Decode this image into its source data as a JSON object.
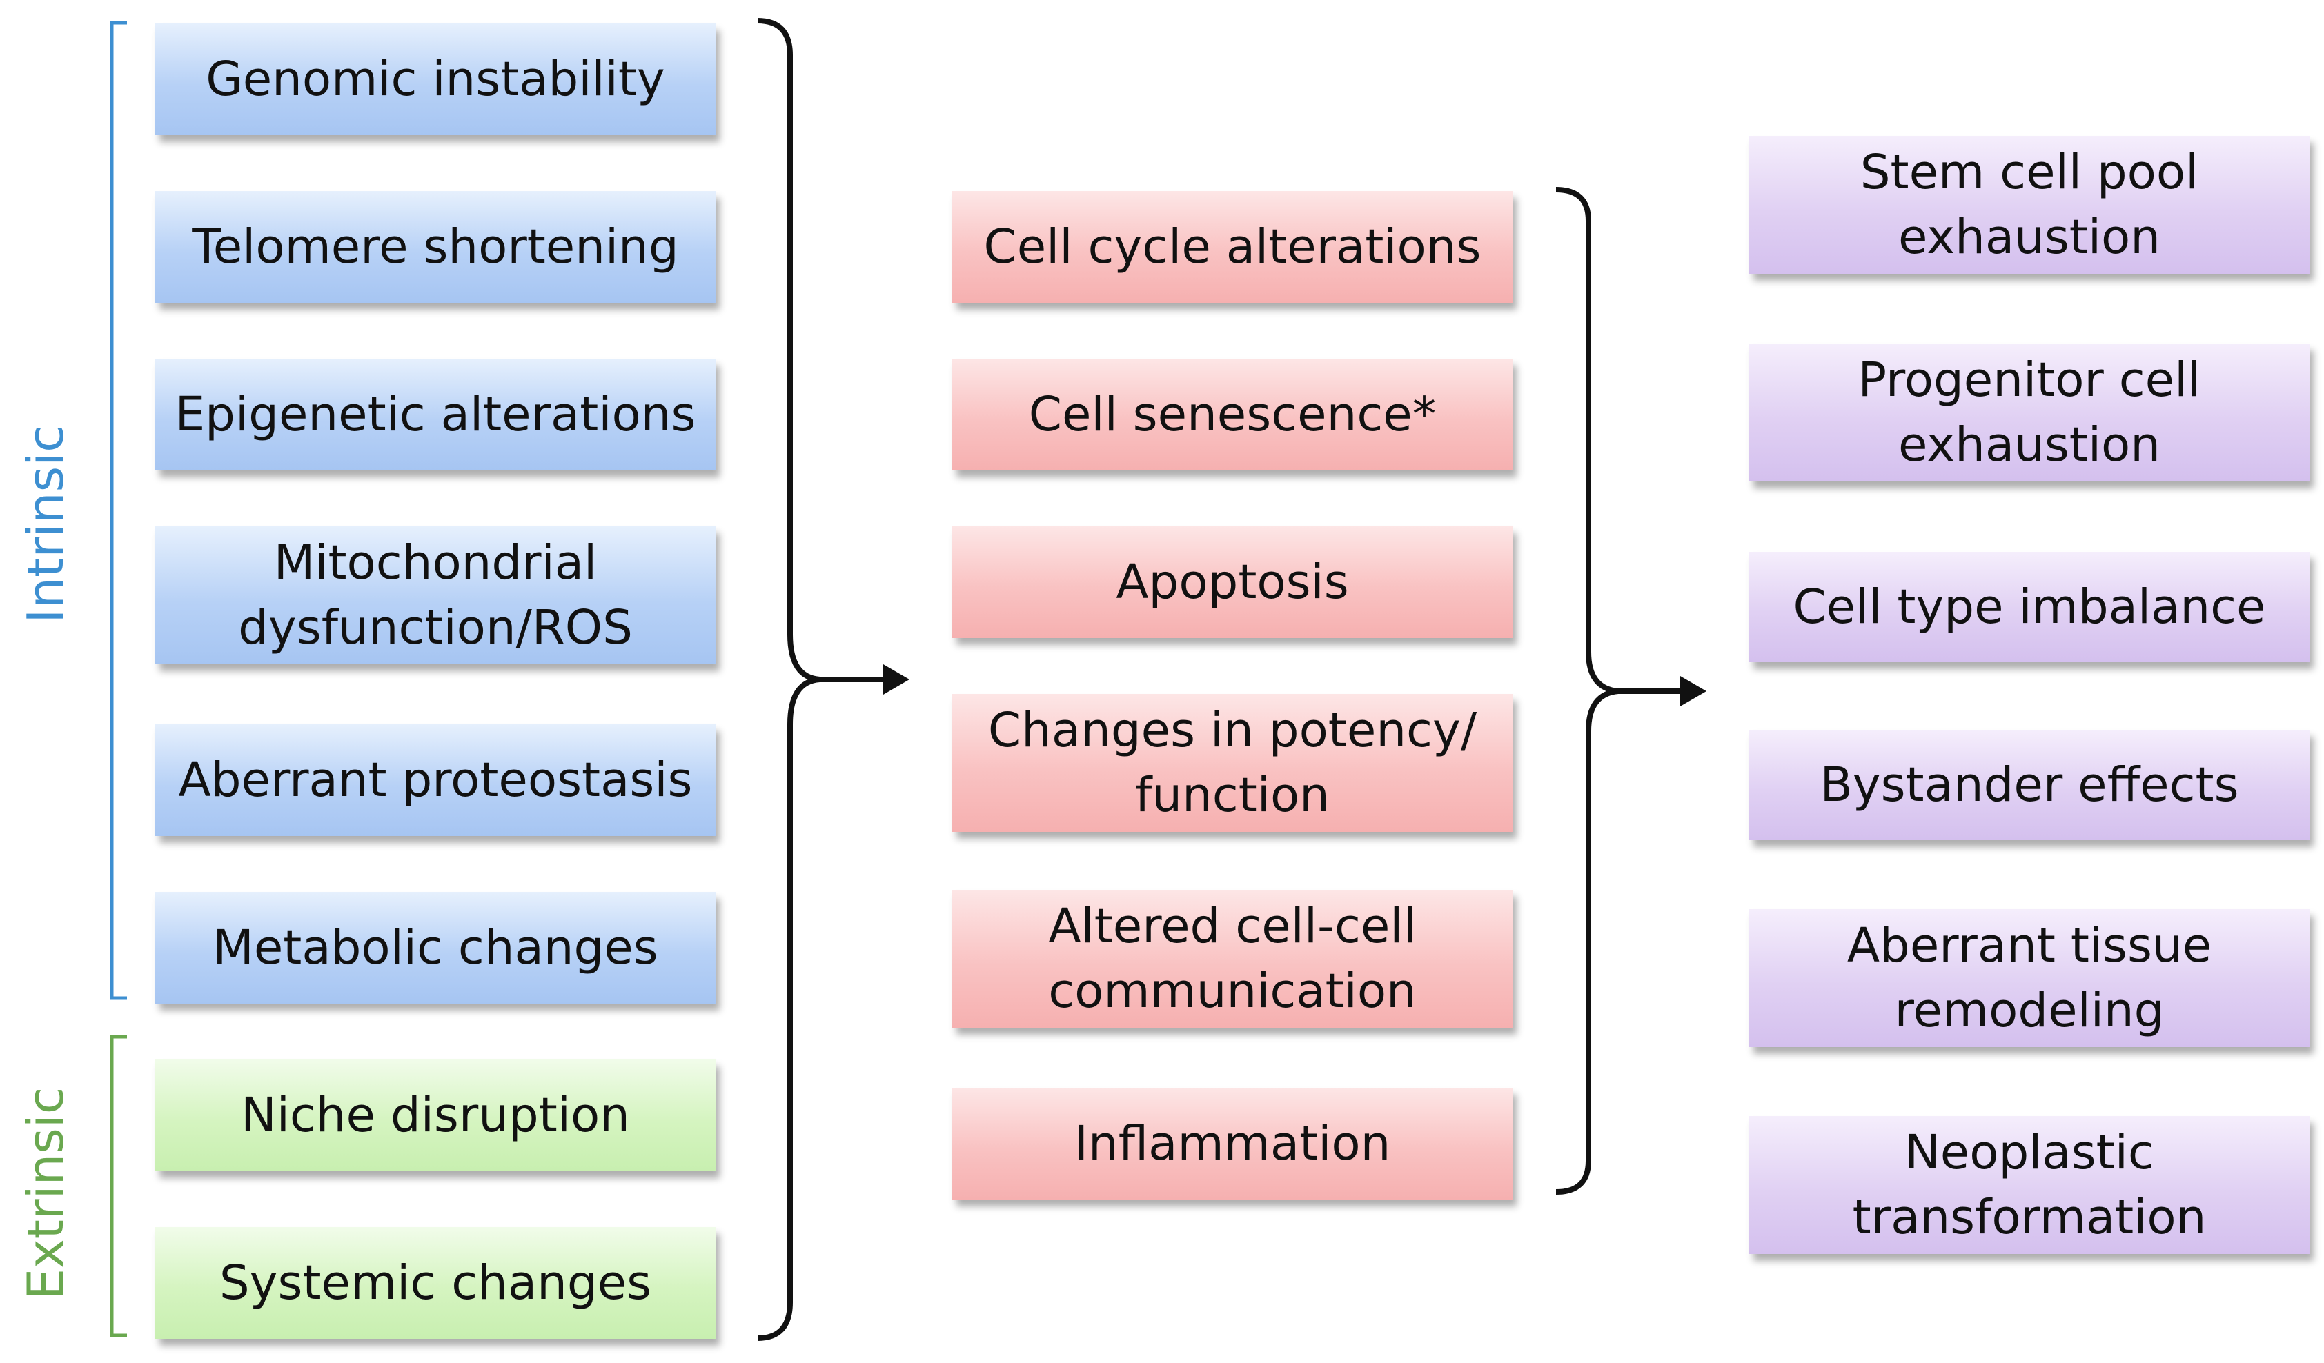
{
  "labels": {
    "intrinsic": "Intrinsic",
    "extrinsic": "Extrinsic"
  },
  "colors": {
    "intrinsic": "#3d8fd1",
    "extrinsic": "#6aa84f",
    "bracket": "#111111"
  },
  "causes": [
    "Genomic instability",
    "Telomere shortening",
    "Epigenetic alterations",
    "Mitochondrial\ndysfunction/ROS",
    "Aberrant proteostasis",
    "Metabolic changes",
    "Niche disruption",
    "Systemic changes"
  ],
  "cellular_effects": [
    "Cell cycle alterations",
    "Cell senescence*",
    "Apoptosis",
    "Changes in potency/\nfunction",
    "Altered cell-cell\ncommunication",
    "Inflammation"
  ],
  "tissue_outcomes": [
    "Stem cell pool\nexhaustion",
    "Progenitor cell\nexhaustion",
    "Cell type imbalance",
    "Bystander effects",
    "Aberrant tissue\nremodeling",
    "Neoplastic\ntransformation"
  ]
}
